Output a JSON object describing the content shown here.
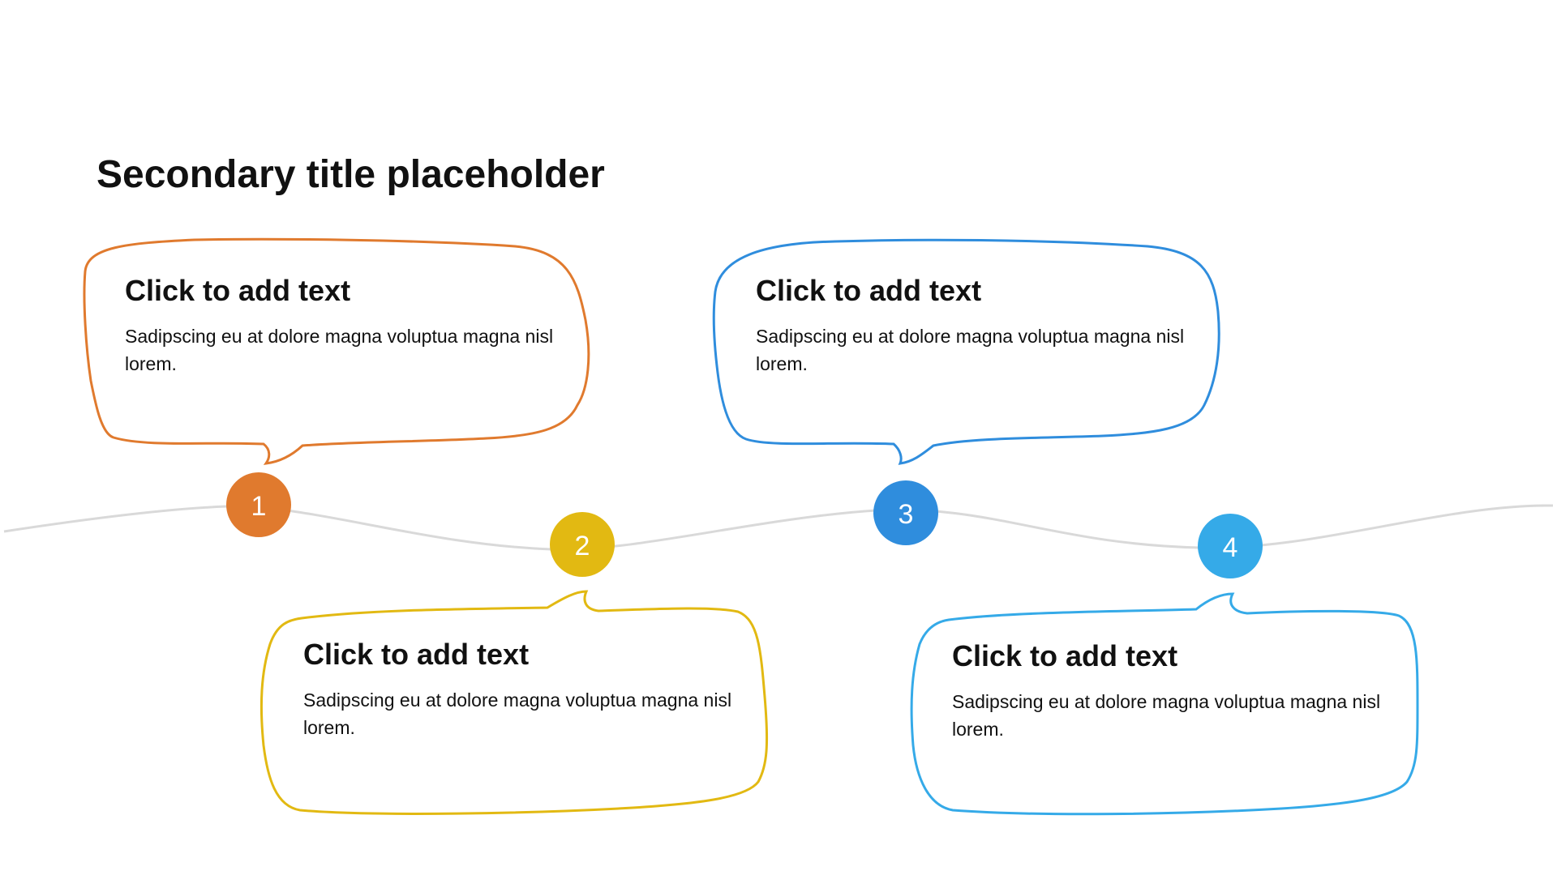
{
  "slide": {
    "title": "Secondary title placeholder"
  },
  "steps": [
    {
      "number": "1",
      "heading": "Click to add text",
      "body": "Sadipscing eu at dolore magna voluptua magna nisl lorem.",
      "color": "#E07A2E"
    },
    {
      "number": "2",
      "heading": "Click to add text",
      "body": "Sadipscing eu at dolore magna voluptua magna nisl lorem.",
      "color": "#E2B912"
    },
    {
      "number": "3",
      "heading": "Click to add text",
      "body": "Sadipscing eu at dolore magna voluptua magna nisl lorem.",
      "color": "#2F8DDD"
    },
    {
      "number": "4",
      "heading": "Click to add text",
      "body": "Sadipscing eu at dolore magna voluptua magna nisl lorem.",
      "color": "#35AAE8"
    }
  ],
  "colors": {
    "timeline_line": "#D9D9D9",
    "text": "#111111"
  }
}
